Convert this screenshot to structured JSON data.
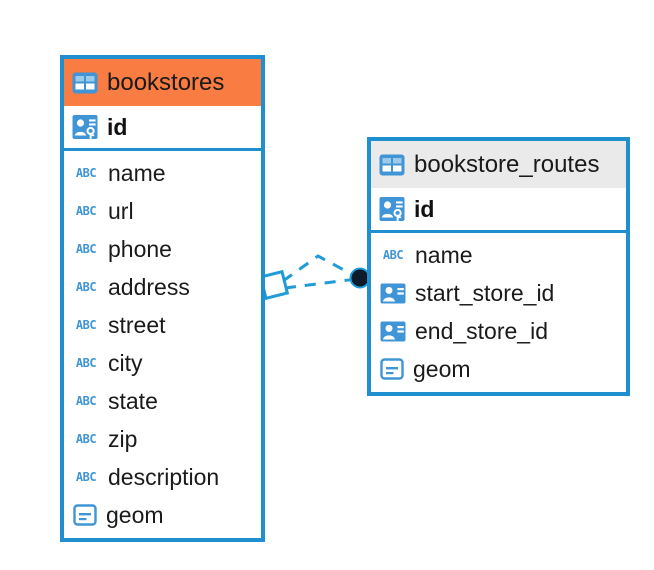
{
  "diagram": {
    "type": "entity-relationship-diagram",
    "colors": {
      "border": "#1f8fd0",
      "header_highlight": "#f97c42",
      "header_default": "#eaeaea",
      "icon_blue": "#3f95d6",
      "connector": "#1f9cd8",
      "connector_endpoint": "#0d1b2a",
      "background": "#ffffff"
    },
    "entities": [
      {
        "name": "bookstores",
        "title": "bookstores",
        "header_style": "accent-orange",
        "header_icon": "table-icon",
        "primary_key": {
          "label": "id",
          "icon": "primary-key-icon"
        },
        "fields": [
          {
            "label": "name",
            "icon": "text-abc-icon"
          },
          {
            "label": "url",
            "icon": "text-abc-icon"
          },
          {
            "label": "phone",
            "icon": "text-abc-icon"
          },
          {
            "label": "address",
            "icon": "text-abc-icon"
          },
          {
            "label": "street",
            "icon": "text-abc-icon"
          },
          {
            "label": "city",
            "icon": "text-abc-icon"
          },
          {
            "label": "state",
            "icon": "text-abc-icon"
          },
          {
            "label": "zip",
            "icon": "text-abc-icon"
          },
          {
            "label": "description",
            "icon": "text-abc-icon"
          },
          {
            "label": "geom",
            "icon": "geometry-icon"
          }
        ]
      },
      {
        "name": "bookstore_routes",
        "title": "bookstore_routes",
        "header_style": "accent-grey",
        "header_icon": "table-icon",
        "primary_key": {
          "label": "id",
          "icon": "primary-key-icon"
        },
        "fields": [
          {
            "label": "name",
            "icon": "text-abc-icon"
          },
          {
            "label": "start_store_id",
            "icon": "foreign-key-icon"
          },
          {
            "label": "end_store_id",
            "icon": "foreign-key-icon"
          },
          {
            "label": "geom",
            "icon": "geometry-icon"
          }
        ]
      }
    ],
    "relationships": [
      {
        "from": "bookstores",
        "to": "bookstore_routes",
        "from_marker": "rhombus",
        "to_marker": "filled-circle",
        "style": "dashed"
      },
      {
        "from": "bookstores",
        "to": "bookstore_routes",
        "from_marker": "rhombus",
        "to_marker": "filled-circle",
        "style": "dashed"
      }
    ],
    "abc_glyph": "ABC"
  }
}
